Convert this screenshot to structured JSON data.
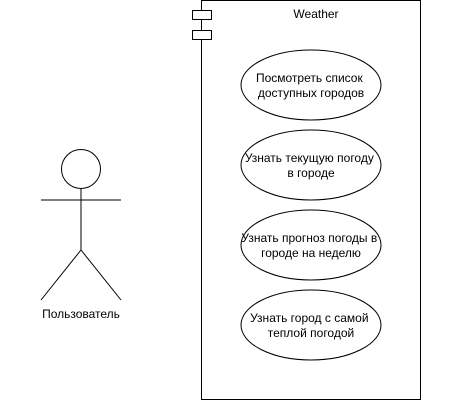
{
  "diagram": {
    "component": {
      "title": "Weather"
    },
    "actor": {
      "label": "Пользователь"
    },
    "use_cases": [
      {
        "lines": [
          "Посмотреть список",
          "доступных городов"
        ]
      },
      {
        "lines": [
          "Узнать текущую погоду",
          "в городе"
        ]
      },
      {
        "lines": [
          "Узнать прогноз погоды в",
          "городе на неделю"
        ]
      },
      {
        "lines": [
          "Узнать город с самой",
          "теплой погодой"
        ]
      }
    ],
    "colors": {
      "stroke": "#000000",
      "fill": "#ffffff"
    }
  }
}
